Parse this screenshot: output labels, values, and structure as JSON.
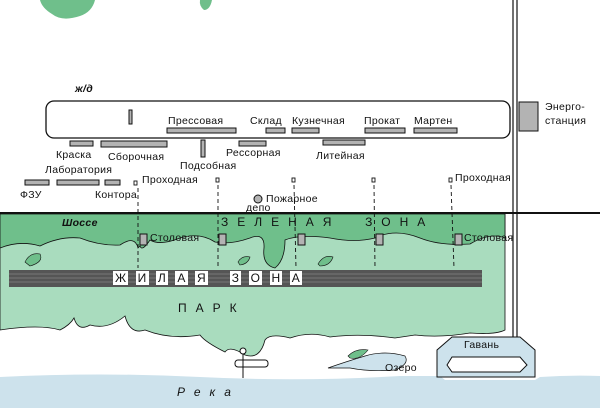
{
  "colors": {
    "park": "#a9dcbe",
    "green_zone": "#6fbf8b",
    "river": "#cde2ec",
    "building": "#b3b3b3"
  },
  "labels": {
    "railway": "ж/д",
    "press": "Прессовая",
    "warehouse": "Склад",
    "forge": "Кузнечная",
    "rolling": "Прокат",
    "marten": "Мартен",
    "paint": "Краска",
    "assembly": "Сборочная",
    "auxiliary": "Подсобная",
    "spring": "Рессорная",
    "foundry": "Литейная",
    "lab": "Лаборатория",
    "fzu": "ФЗУ",
    "office": "Контора",
    "gate_left": "Проходная",
    "gate_right": "Проходная",
    "fire_1": "Пожарное",
    "fire_2": "депо",
    "power_1": "Энерго-",
    "power_2": "станция",
    "highway": "Шоссе",
    "green_zone": "ЗЕЛЕНАЯ  ЗОНА",
    "canteen_left": "Столовая",
    "canteen_right": "Столовая",
    "living_zone": [
      "Ж",
      "И",
      "Л",
      "А",
      "Я",
      "З",
      "О",
      "Н",
      "А"
    ],
    "park": "ПАРК",
    "lake": "Озеро",
    "harbor": "Гавань",
    "river": "Река"
  }
}
